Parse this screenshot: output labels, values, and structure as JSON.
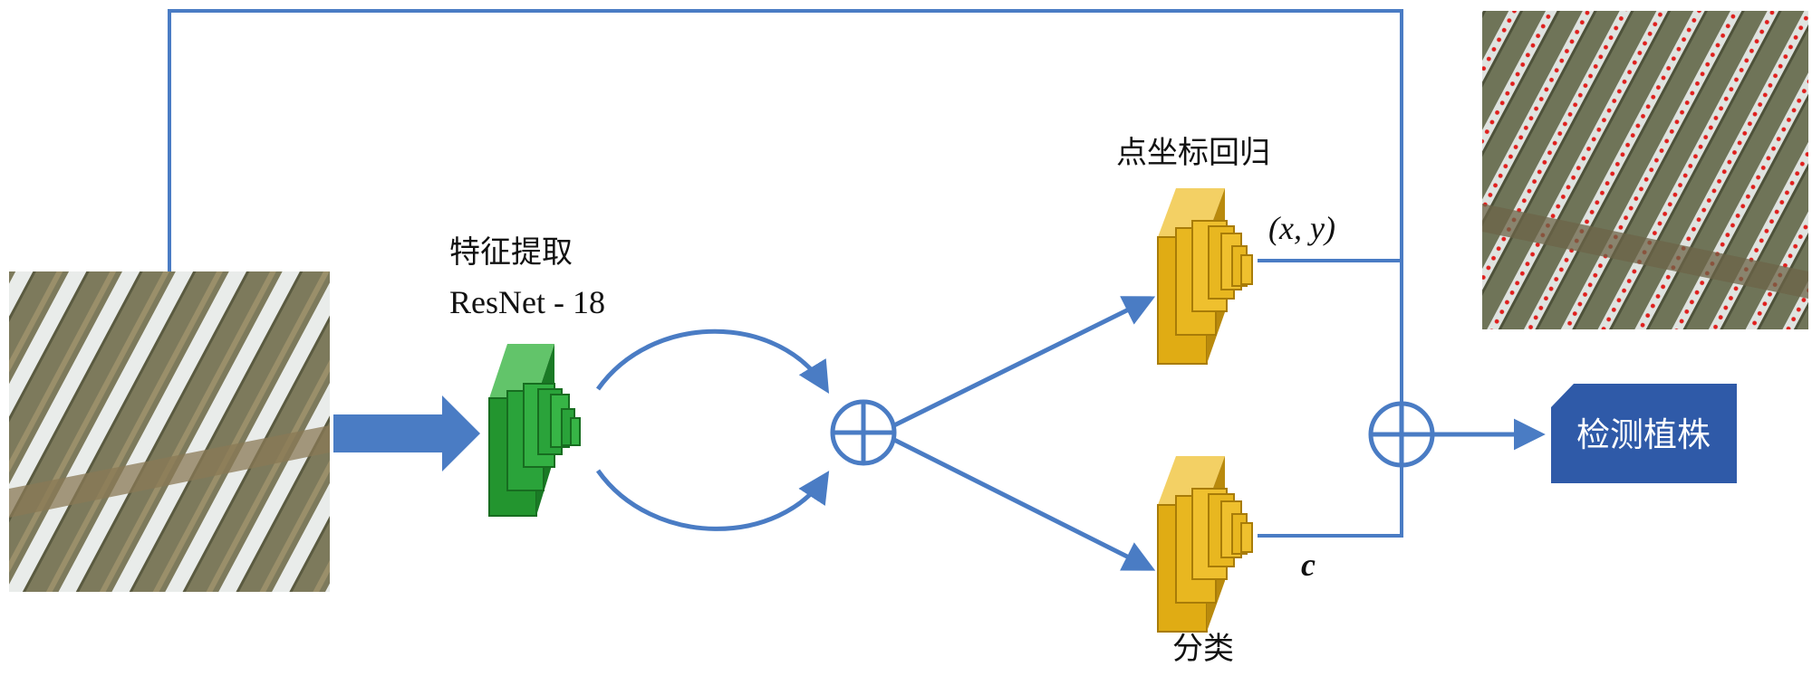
{
  "labels": {
    "feature_extraction": "特征提取",
    "resnet": "ResNet - 18",
    "point_regression": "点坐标回归",
    "xy": "(x, y)",
    "classification": "分类",
    "c": "c",
    "output": "检测植株"
  },
  "colors": {
    "line_blue": "#4a7cc4",
    "box_blue": "#2f5aa8",
    "green_block": "#2aa33a",
    "gold_block": "#e0ac14"
  },
  "icons": {
    "combine": "circled-plus-icon",
    "thick_arrow": "thick-right-arrow-icon"
  }
}
